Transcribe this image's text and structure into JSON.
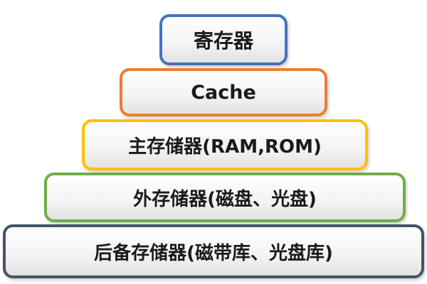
{
  "diagram": {
    "tiers": [
      {
        "label": "寄存器",
        "border_color": "#4472c4"
      },
      {
        "label": "Cache",
        "border_color": "#ed7d31"
      },
      {
        "label": "主存储器(RAM,ROM)",
        "border_color": "#ffc000"
      },
      {
        "label": "外存储器(磁盘、光盘)",
        "border_color": "#70ad47"
      },
      {
        "label": "后备存储器(磁带库、光盘库)",
        "border_color": "#44546a"
      }
    ]
  }
}
